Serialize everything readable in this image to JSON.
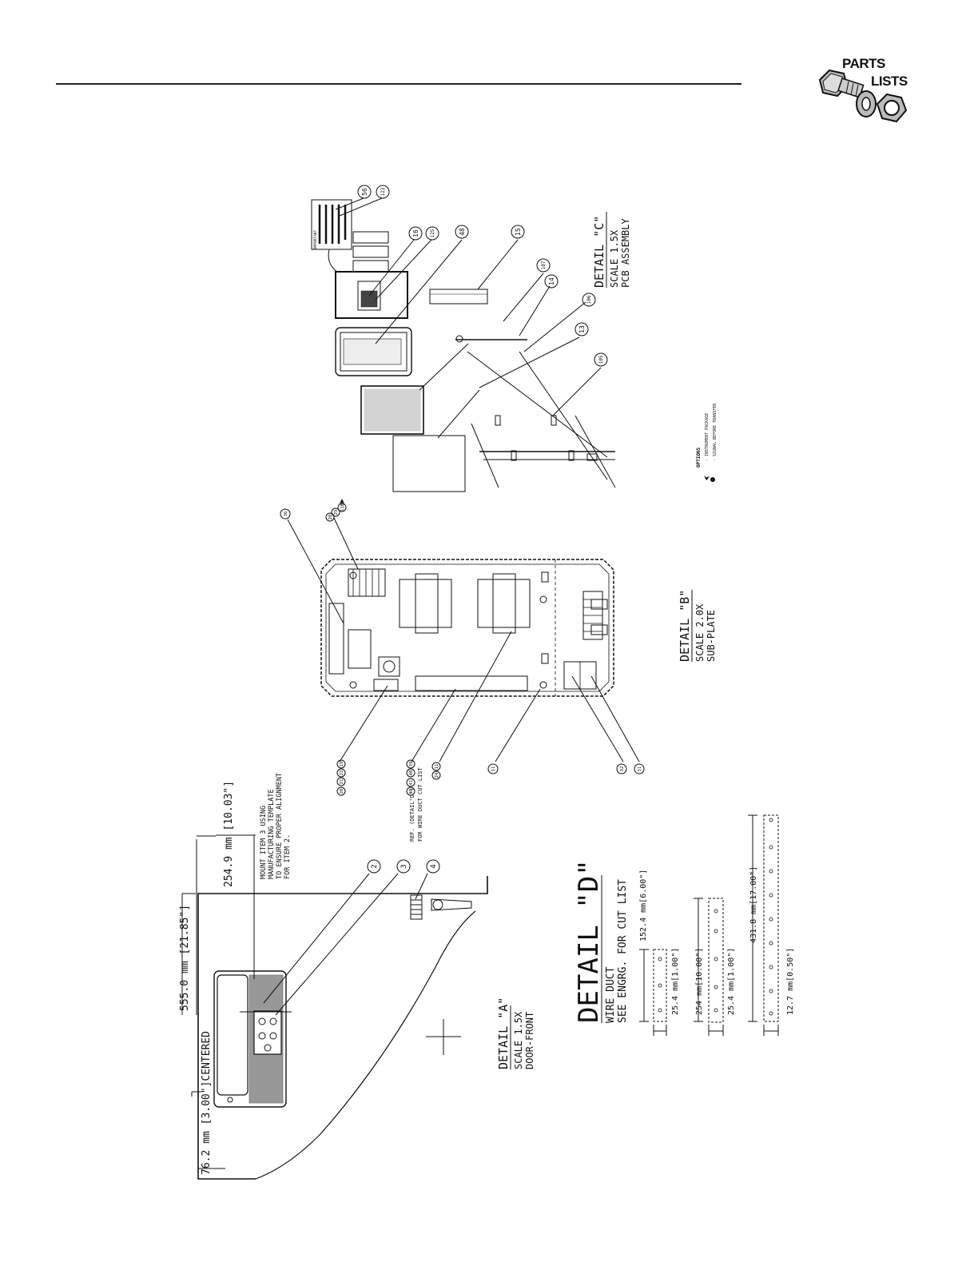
{
  "header": {
    "logo_line1": "PARTS",
    "logo_line2": "LISTS"
  },
  "detail_a": {
    "title": "DETAIL \"A\"",
    "scale": "SCALE 1.5X",
    "name": "DOOR-FRONT",
    "dim_width": "555.0 mm [21.85\"]",
    "dim_offset": "254.9 mm [10.03\"]",
    "dim_centered": "76.2 mm [3.00\"]CENTERED",
    "note_line1": "MOUNT ITEM 3 USING",
    "note_line2": "MANUFACTURING TEMPLATE",
    "note_line3": "TO ENSURE PROPER ALIGNMENT",
    "note_line4": "FOR ITEM 2.",
    "callouts": [
      "2",
      "3",
      "4"
    ]
  },
  "detail_b": {
    "title": "DETAIL \"B\"",
    "scale": "SCALE 2.0X",
    "name": "SUB-PLATE",
    "ref_line1": "REF. (DETAIL\"D\")",
    "ref_line2": "FOR WIRE DUCT CUT LIST",
    "callouts_top": [
      "36",
      "28",
      "29",
      "110"
    ],
    "callouts_bottom": [
      "20",
      "21",
      "22",
      "19",
      "38",
      "41",
      "40",
      "39",
      "24",
      "11",
      "32",
      "31"
    ]
  },
  "detail_c": {
    "title": "DETAIL \"C\"",
    "scale": "SCALE 1.5X",
    "name": "PCB ASSEMBLY",
    "callouts": [
      "56",
      "123",
      "16",
      "125",
      "48",
      "15",
      "107",
      "14",
      "106",
      "13",
      "105"
    ],
    "options_title": "OPTIONS",
    "option1": "- INSTRUMENT PACKAGE",
    "option2": "- SIGNAL BEFORE TRANSFER",
    "label_important": "IMPORTANT"
  },
  "detail_d": {
    "title": "DETAIL \"D\"",
    "line1": "WIRE DUCT",
    "line2": "SEE ENGRG. FOR CUT LIST",
    "dims": [
      "152.4 mm[6.00\"]",
      "25.4 mm[1.00\"]",
      "254 mm[10.00\"]",
      "25.4 mm[1.00\"]",
      "431.8 mm[17.00\"]",
      "12.7 mm[0.50\"]"
    ]
  }
}
